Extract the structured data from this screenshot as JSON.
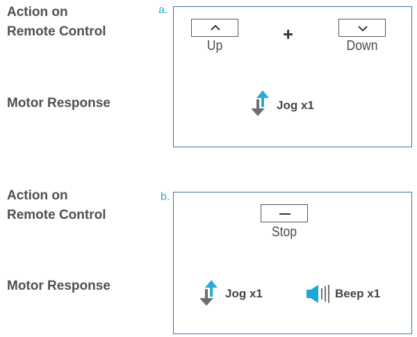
{
  "colors": {
    "accent": "#29a9d6",
    "border": "#3f6f97",
    "arrow_gray": "#6d6e71",
    "speaker": "#1aa7d8"
  },
  "panel_a": {
    "letter": "a.",
    "action_label": [
      "Action on",
      "Remote Control"
    ],
    "response_label": "Motor Response",
    "buttons": [
      {
        "caption": "Up",
        "icon": "chevron-up-icon"
      },
      {
        "caption": "Down",
        "icon": "chevron-down-icon"
      }
    ],
    "combine_symbol": "+",
    "responses": [
      {
        "icon": "jog-arrows-icon",
        "text": "Jog x1"
      }
    ]
  },
  "panel_b": {
    "letter": "b.",
    "action_label": [
      "Action on",
      "Remote Control"
    ],
    "response_label": "Motor Response",
    "buttons": [
      {
        "caption": "Stop",
        "icon": "stop-dash-icon"
      }
    ],
    "responses": [
      {
        "icon": "jog-arrows-icon",
        "text": "Jog x1"
      },
      {
        "icon": "speaker-icon",
        "text": "Beep x1"
      }
    ]
  }
}
